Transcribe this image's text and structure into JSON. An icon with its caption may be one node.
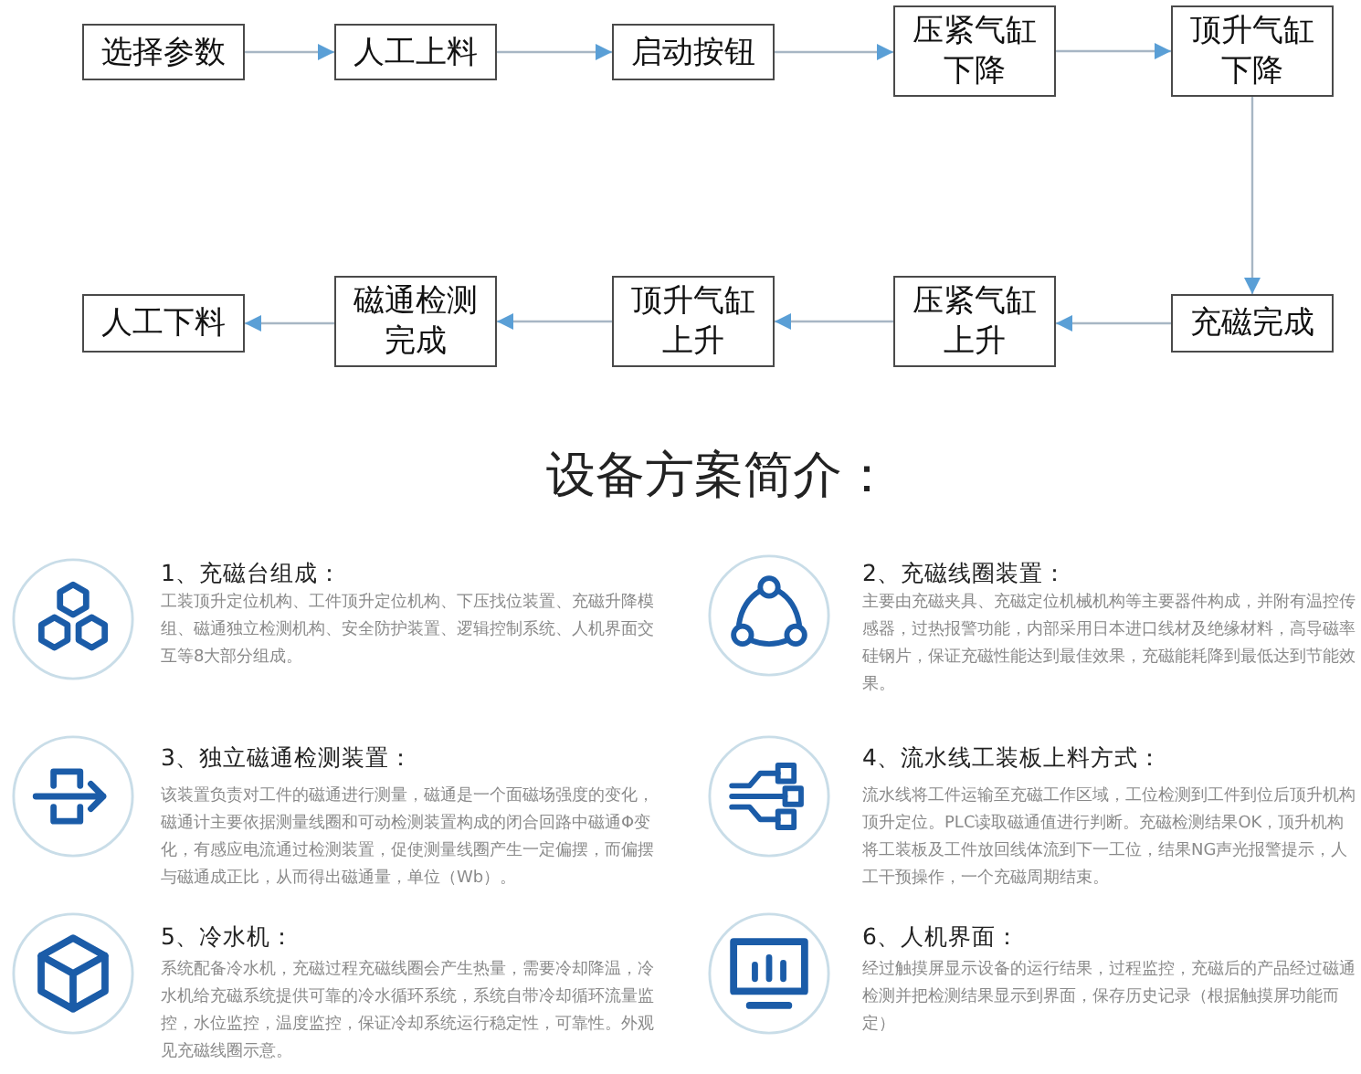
{
  "diagram": {
    "title": "设备方案简介：",
    "nodes": [
      {
        "text": [
          "选择参数"
        ]
      },
      {
        "text": [
          "人工上料"
        ]
      },
      {
        "text": [
          "启动按钮"
        ]
      },
      {
        "text": [
          "压紧气缸下降"
        ]
      },
      {
        "text": [
          "顶升气缸下降"
        ]
      },
      {
        "text": [
          "充磁完成"
        ]
      },
      {
        "text": [
          "压紧气缸上升"
        ]
      },
      {
        "text": [
          "顶升气缸上升"
        ]
      },
      {
        "text": [
          "磁通检测完成"
        ]
      },
      {
        "text": [
          "人工下料"
        ]
      }
    ],
    "edges": [
      {
        "from": 0,
        "to": 1,
        "arrow": "to"
      },
      {
        "from": 1,
        "to": 2,
        "arrow": "to"
      },
      {
        "from": 2,
        "to": 3,
        "arrow": "to"
      },
      {
        "from": 3,
        "to": 4,
        "arrow": "to"
      },
      {
        "from": 4,
        "to": 5,
        "arrow": "to"
      },
      {
        "from": 5,
        "to": 6,
        "arrow": "to"
      },
      {
        "from": 6,
        "to": 7,
        "arrow": "to"
      },
      {
        "from": 7,
        "to": 8,
        "arrow": "to"
      },
      {
        "from": 8,
        "to": 9,
        "arrow": "to"
      }
    ],
    "labels": [
      "1、充磁台组成：",
      "工装顶升定位机构、工件顶升定位机构、下压找位装置、充磁升降模组、磁通独立检测机构、安全防护装置、逻辑控制系统、人机界面交互等8大部分组成。",
      "2、充磁线圈装置：",
      "主要由充磁夹具、充磁定位机械机构等主要器件构成，并附有温控传感器，过热报警功能，内部采用日本进口线材及绝缘材料，高导磁率硅钢片，保证充磁性能达到最佳效果，充磁能耗降到最低达到节能效果。",
      "3、独立磁通检测装置：",
      "该装置负责对工件的磁通进行测量，磁通是一个面磁场强度的变化，磁通计主要依据测量线圈和可动检测装置构成的闭合回路中磁通Φ变化，有感应电流通过检测装置，促使测量线圈产生一定偏摆，而偏摆与磁通成正比，从而得出磁通量，单位（Wb）。",
      "4、流水线工装板上料方式：",
      "流水线将工件运输至充磁工作区域，工位检测到工件到位后顶升机构顶升定位。PLC读取磁通值进行判断。充磁检测结果OK，顶升机构将工装板及工件放回线体流到下一工位，结果NG声光报警提示，人工干预操作，一个充磁周期结束。",
      "5、冷水机：",
      "系统配备冷水机，充磁过程充磁线圈会产生热量，需要冷却降温，冷水机给充磁系统提供可靠的冷水循环系统，系统自带冷却循环流量监控，水位监控，温度监控，保证冷却系统运行稳定性，可靠性。外观见充磁线圈示意。",
      "6、人机界面：",
      "经过触摸屏显示设备的运行结果，过程监控，充磁后的产品经过磁通检测并把检测结果显示到界面，保存历史记录（根据触摸屏功能而定）"
    ]
  }
}
